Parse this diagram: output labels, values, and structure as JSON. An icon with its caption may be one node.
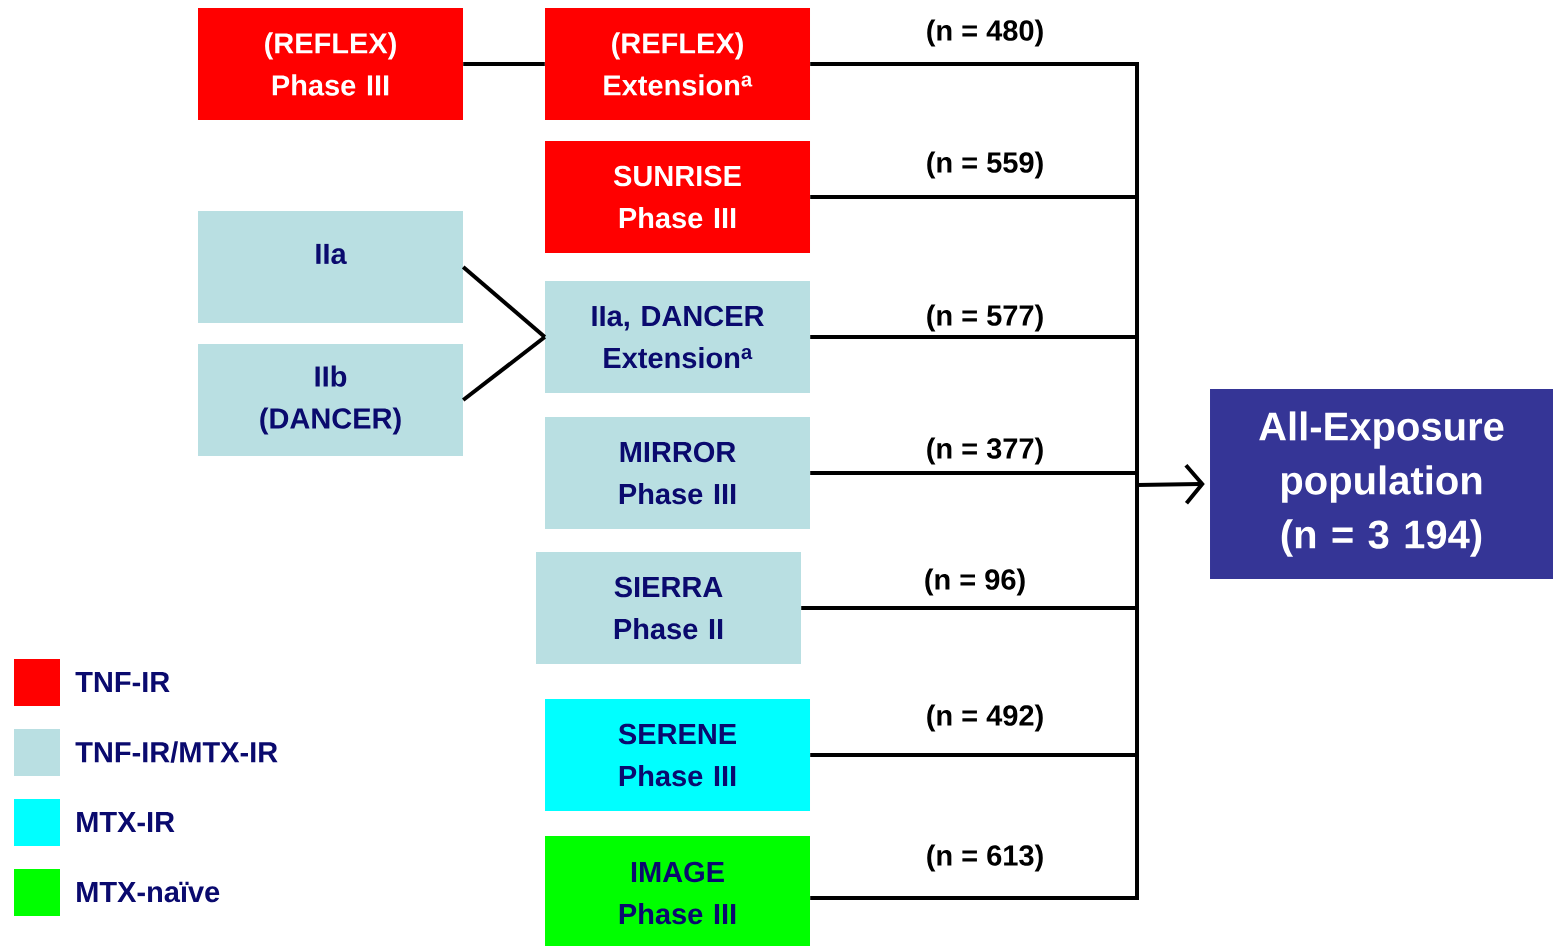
{
  "diagram": {
    "nodes": [
      {
        "text": [
          "(REFLEX) Phase III"
        ]
      },
      {
        "text": [
          "(REFLEX) Extension$^{a}$"
        ]
      },
      {
        "text": [
          "SUNRISE Phase III"
        ]
      },
      {
        "text": [
          "IIa"
        ]
      },
      {
        "text": [
          "IIb (DANCER)"
        ]
      },
      {
        "text": [
          "IIa, DANCER Extension$^{a}$"
        ]
      },
      {
        "text": [
          "MIRROR Phase III"
        ]
      },
      {
        "text": [
          "SIERRA Phase II"
        ]
      },
      {
        "text": [
          "SERENE Phase III"
        ]
      },
      {
        "text": [
          "IMAGE Phase III"
        ]
      },
      {
        "text": [
          "All-Exposure population (n = 3 194)"
        ]
      }
    ],
    "edges": [
      {
        "from": 0,
        "to": 1,
        "arrow": "none"
      },
      {
        "from": 3,
        "to": 5,
        "arrow": "none"
      },
      {
        "from": 4,
        "to": 5,
        "arrow": "none"
      },
      {
        "from": 1,
        "to": 10,
        "arrow": "to",
        "label": "(n = 480)"
      },
      {
        "from": 2,
        "to": 10,
        "arrow": "to",
        "label": "(n = 559)"
      },
      {
        "from": 5,
        "to": 10,
        "arrow": "to",
        "label": "(n = 577)"
      },
      {
        "from": 6,
        "to": 10,
        "arrow": "to",
        "label": "(n = 377)"
      },
      {
        "from": 7,
        "to": 10,
        "arrow": "to",
        "label": "(n = 96)"
      },
      {
        "from": 8,
        "to": 10,
        "arrow": "to",
        "label": "(n = 492)"
      },
      {
        "from": 9,
        "to": 10,
        "arrow": "to",
        "label": "(n = 613)"
      }
    ],
    "legend": [
      {
        "text": "TNF-IR",
        "color": "#ff0000"
      },
      {
        "text": "TNF-IR/MTX-IR",
        "color": "#b9dfe2"
      },
      {
        "text": "MTX-IR",
        "color": "#00ffff"
      },
      {
        "text": "MTX-naïve",
        "color": "#00ff00"
      }
    ]
  }
}
